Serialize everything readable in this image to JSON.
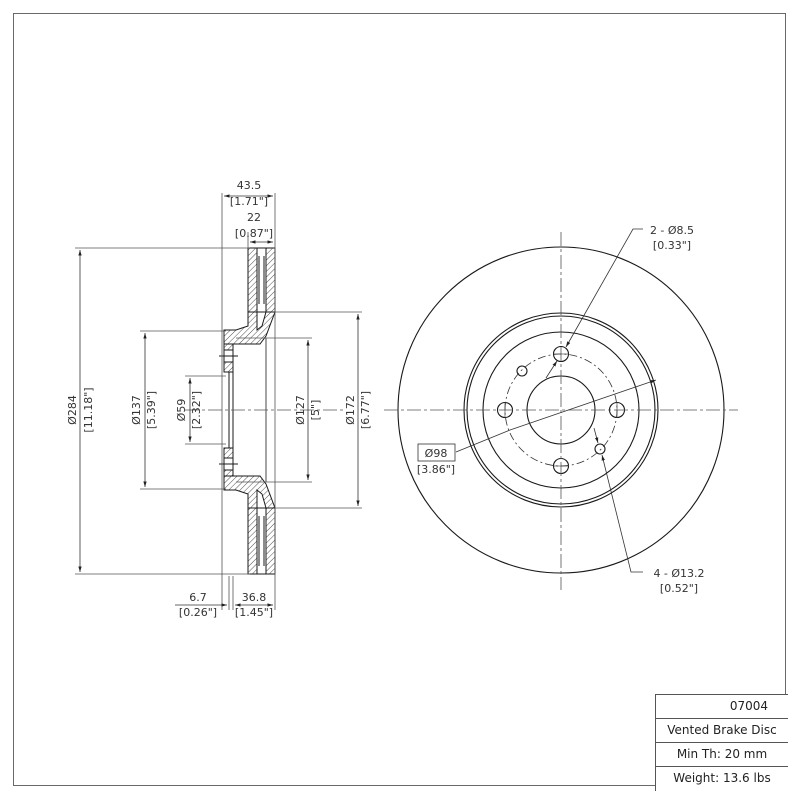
{
  "drawing": {
    "type": "technical-drawing",
    "subject": "Vented Brake Disc",
    "views": [
      "cross-section (side)",
      "front"
    ]
  },
  "section_view": {
    "dimensions": {
      "overall_height": {
        "value": "43.5",
        "inch": "[1.71\"]"
      },
      "disc_thickness": {
        "value": "22",
        "inch": "[0.87\"]"
      },
      "outer_diameter": {
        "value": "Ø284",
        "inch": "[11.18\"]"
      },
      "hub_diameter": {
        "value": "Ø137",
        "inch": "[5.39\"]"
      },
      "center_bore": {
        "value": "Ø59",
        "inch": "[2.32\"]"
      },
      "bolt_pattern": {
        "value": "Ø127",
        "inch": "[5\"]"
      },
      "inner_friction_diameter": {
        "value": "Ø172",
        "inch": "[6.77\"]"
      },
      "hat_thickness": {
        "value": "6.7",
        "inch": "[0.26\"]"
      },
      "hat_depth": {
        "value": "36.8",
        "inch": "[1.45\"]"
      }
    }
  },
  "front_view": {
    "callouts": {
      "small_holes": {
        "value": "2 - Ø8.5",
        "inch": "[0.33\"]"
      },
      "pcd": {
        "value": "Ø98",
        "inch": "[3.86\"]"
      },
      "stud_holes": {
        "value": "4 - Ø13.2",
        "inch": "[0.52\"]"
      }
    }
  },
  "title_block": {
    "part_number": "07004",
    "description": "Vented Brake Disc",
    "min_thickness": "Min Th: 20 mm",
    "weight": "Weight: 13.6 lbs"
  },
  "colors": {
    "line": "#1a1a1a",
    "dim_line": "#444444",
    "frame": "#6a6a6a",
    "text": "#333333"
  }
}
